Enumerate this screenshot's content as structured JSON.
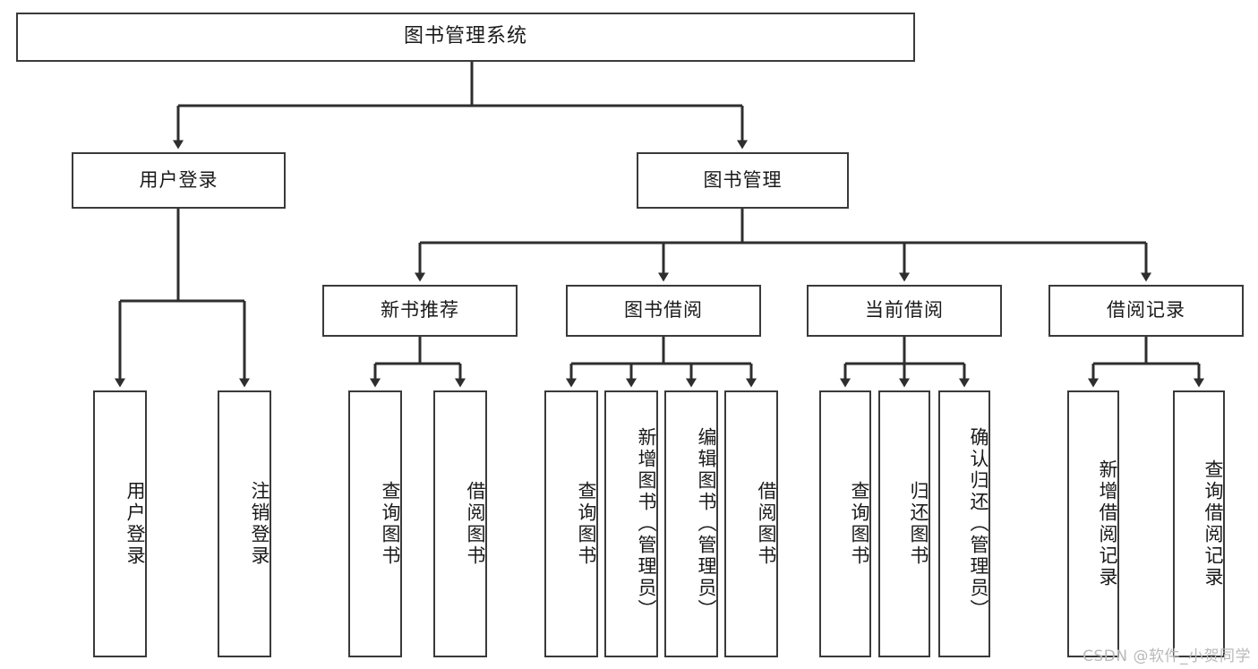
{
  "diagram": {
    "type": "tree",
    "title": "图书管理系统",
    "theme": {
      "background": "#ffffff",
      "box_border": "#3a3a3a",
      "box_fill": "#ffffff",
      "text": "#1a1a1a",
      "connector": "#2e2e2e",
      "watermark": "#b9b9b9"
    }
  },
  "watermark": {
    "text": "CSDN @软件_小贺同学"
  },
  "nodes": {
    "root": {
      "label": "图书管理系统"
    },
    "level2": [
      {
        "label": "用户登录"
      },
      {
        "label": "图书管理"
      }
    ],
    "level3": [
      {
        "label": "新书推荐"
      },
      {
        "label": "图书借阅"
      },
      {
        "label": "当前借阅"
      },
      {
        "label": "借阅记录"
      }
    ],
    "leaves": {
      "user_login": [
        {
          "label": "用户登录"
        },
        {
          "label": "注销登录"
        }
      ],
      "new_book_recommend": [
        {
          "label": "查询图书"
        },
        {
          "label": "借阅图书"
        }
      ],
      "book_borrow": [
        {
          "label": "查询图书"
        },
        {
          "label": "新增图书（管理员）"
        },
        {
          "label": "编辑图书（管理员）"
        },
        {
          "label": "借阅图书"
        }
      ],
      "current_borrow": [
        {
          "label": "查询图书"
        },
        {
          "label": "归还图书"
        },
        {
          "label": "确认归还（管理员）"
        }
      ],
      "borrow_record": [
        {
          "label": "新增借阅记录"
        },
        {
          "label": "查询借阅记录"
        }
      ]
    }
  }
}
